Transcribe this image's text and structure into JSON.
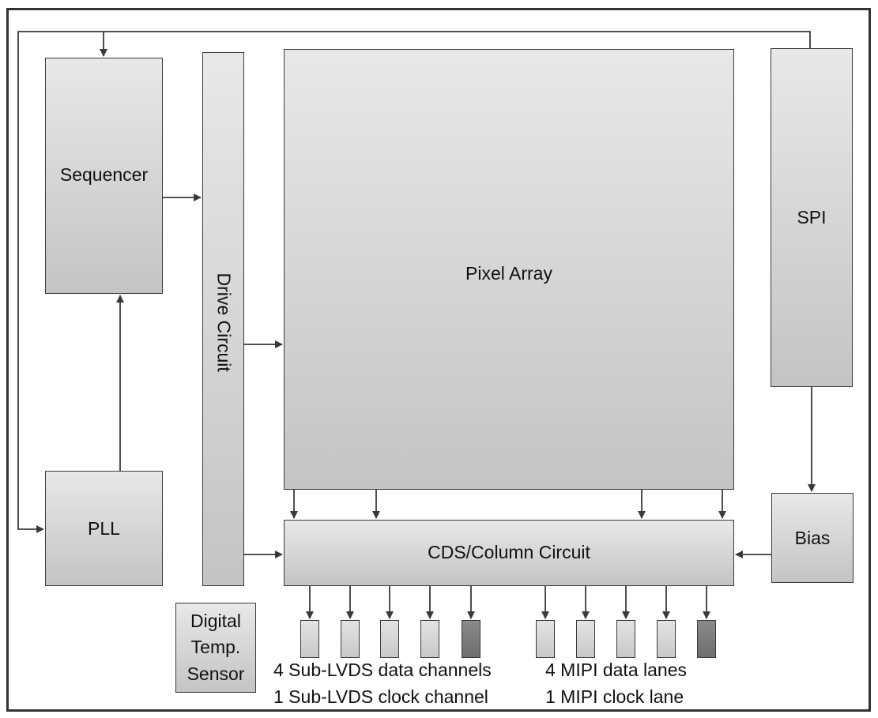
{
  "blocks": {
    "sequencer": "Sequencer",
    "drive_circuit": "Drive Circuit",
    "pixel_array": "Pixel Array",
    "spi": "SPI",
    "pll": "PLL",
    "cds": "CDS/Column Circuit",
    "bias": "Bias",
    "temp_sensor_line1": "Digital",
    "temp_sensor_line2": "Temp.",
    "temp_sensor_line3": "Sensor"
  },
  "outputs": {
    "lvds_line1": "4 Sub-LVDS data channels",
    "lvds_line2": "1 Sub-LVDS clock channel",
    "mipi_line1": "4  MIPI data lanes",
    "mipi_line2": "1 MIPI clock lane"
  },
  "colors": {
    "border": "#3a3a3a",
    "block_light": "#e8e8e8",
    "block_dark": "#c4c4c4",
    "clock_box": "#7a7a7a"
  }
}
